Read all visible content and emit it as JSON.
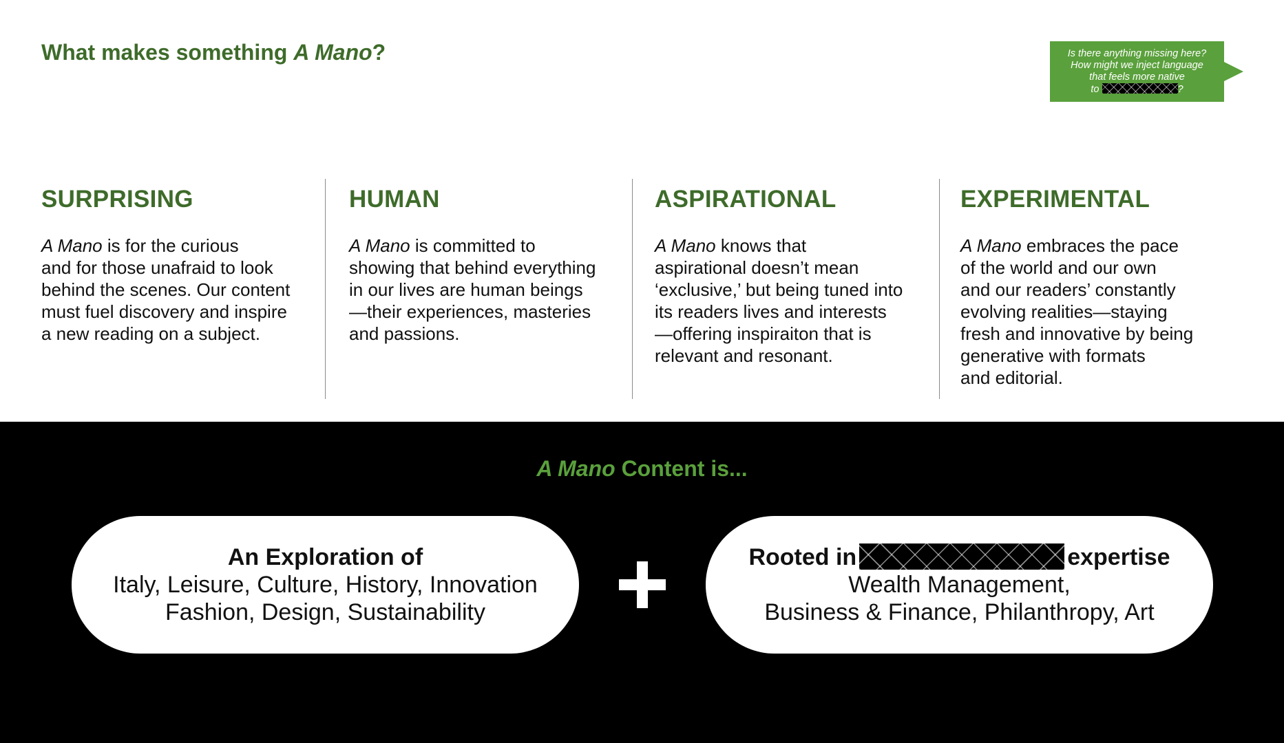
{
  "header": {
    "title_prefix": "What makes something ",
    "title_brand": "A Mano",
    "title_suffix": "?"
  },
  "comment": {
    "line1": "Is there anything missing here?",
    "line2": "How might we inject language",
    "line3": "that feels more native",
    "line4_prefix": "to ",
    "line4_suffix": "?"
  },
  "pillars": [
    {
      "heading": "SURPRISING",
      "brand": "A Mano",
      "lines": [
        " is for the curious",
        "and for those unafraid to look",
        "behind the scenes. Our content",
        "must fuel discovery and inspire",
        "a new reading on a subject."
      ]
    },
    {
      "heading": "HUMAN",
      "brand": "A Mano",
      "lines": [
        " is committed to",
        "showing that behind everything",
        "in our lives are human beings",
        "—their experiences, masteries",
        "and passions."
      ]
    },
    {
      "heading": "ASPIRATIONAL",
      "brand": "A Mano",
      "lines": [
        " knows that",
        "aspirational doesn’t mean",
        "‘exclusive,’ but being tuned into",
        "its readers lives and interests",
        "—offering inspiraiton that is",
        "relevant and resonant."
      ]
    },
    {
      "heading": "EXPERIMENTAL",
      "brand": "A Mano",
      "lines": [
        " embraces the pace",
        "of the world and our own",
        "and our readers’ constantly",
        "evolving realities—staying",
        "fresh and innovative by being",
        "generative with formats",
        "and editorial."
      ]
    }
  ],
  "content_section": {
    "title_brand": "A Mano",
    "title_rest": " Content is...",
    "left_pill": {
      "heading": "An Exploration of",
      "line1": "Italy, Leisure, Culture, History, Innovation",
      "line2": "Fashion, Design, Sustainability"
    },
    "right_pill": {
      "heading_prefix": "Rooted in",
      "heading_suffix": "expertise",
      "line1": "Wealth Management,",
      "line2": "Business & Finance, Philanthropy, Art"
    },
    "connector_icon": "plus-icon"
  },
  "colors": {
    "heading_green": "#3e6b2a",
    "accent_green": "#5aa03c",
    "dark_background": "#000000"
  }
}
